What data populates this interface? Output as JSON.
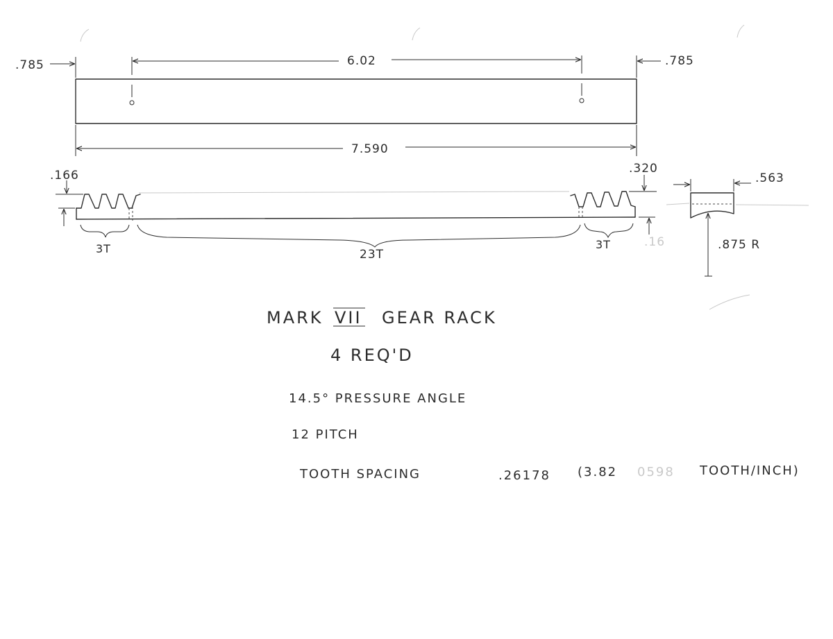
{
  "top_view": {
    "left_offset": ".785",
    "hole_spacing": "6.02",
    "right_offset": ".785",
    "overall_length": "7.590"
  },
  "side_view": {
    "tooth_height": ".166",
    "rack_height": ".320",
    "left_teeth": "3T",
    "middle_teeth": "23T",
    "right_teeth": "3T"
  },
  "end_view": {
    "width": ".563",
    "radius": ".875 R"
  },
  "notes": {
    "title_prefix": "MARK",
    "title_numeral": "VII",
    "title_suffix": "GEAR RACK",
    "quantity": "4 REQ'D",
    "pressure_angle": "14.5° PRESSURE ANGLE",
    "pitch": "12 PITCH",
    "spacing_label": "TOOTH SPACING",
    "spacing_value": ".26178",
    "tooth_per_inch_open": "(3.82",
    "tooth_per_inch_faint": "0598",
    "tooth_per_inch_close": "TOOTH/INCH)"
  }
}
